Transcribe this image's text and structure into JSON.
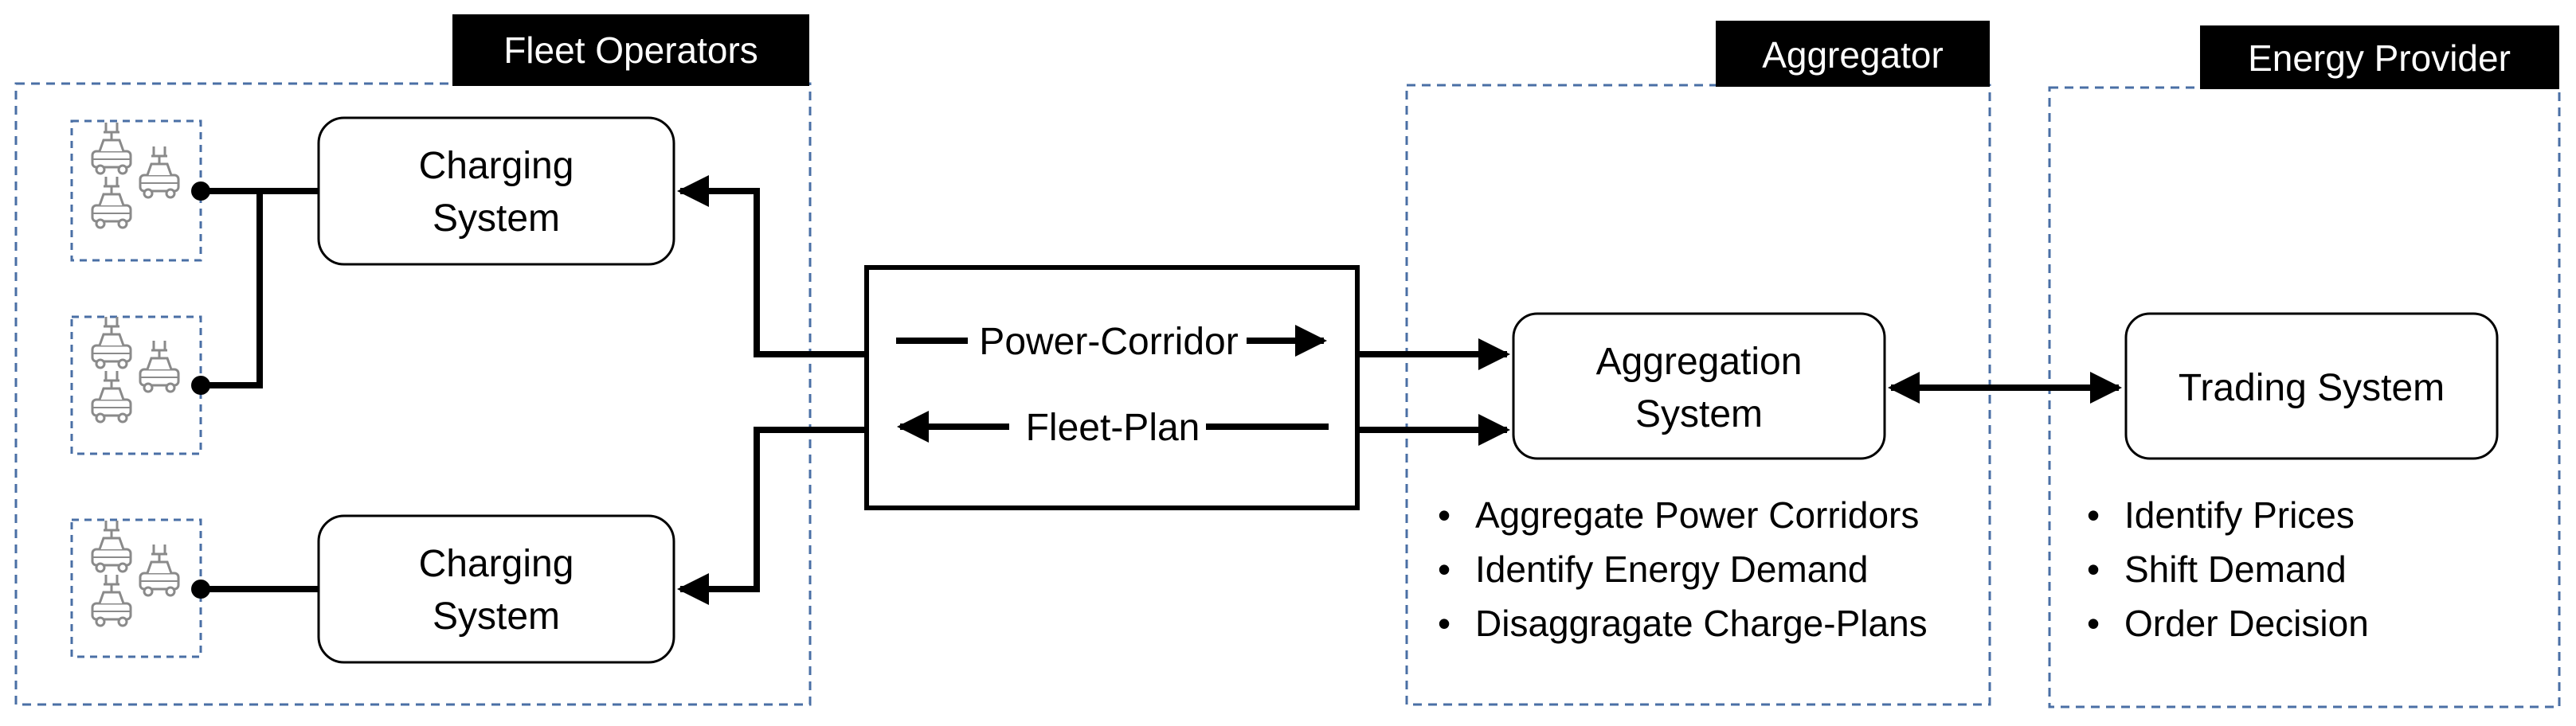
{
  "groups": {
    "fleet_operators": {
      "label": "Fleet Operators"
    },
    "aggregator": {
      "label": "Aggregator",
      "bullets": [
        "Aggregate Power Corridors",
        "Identify Energy Demand",
        "Disaggragate Charge-Plans"
      ]
    },
    "energy_provider": {
      "label": "Energy Provider",
      "bullets": [
        "Identify Prices",
        "Shift Demand",
        "Order Decision"
      ]
    }
  },
  "nodes": {
    "charging_top": [
      "Charging",
      "System"
    ],
    "charging_bottom": [
      "Charging",
      "System"
    ],
    "aggregation": [
      "Aggregation",
      "System"
    ],
    "trading": "Trading System"
  },
  "interface": {
    "power_corridor": "Power-Corridor",
    "fleet_plan": "Fleet-Plan"
  },
  "icons": {
    "fleet_icon": "ev-fleet-icon",
    "bullet": "•"
  },
  "colors": {
    "dashed_border": "#4a6fa5",
    "label_background": "#000000",
    "label_text": "#ffffff",
    "icon_gray": "#8a8a8a"
  }
}
